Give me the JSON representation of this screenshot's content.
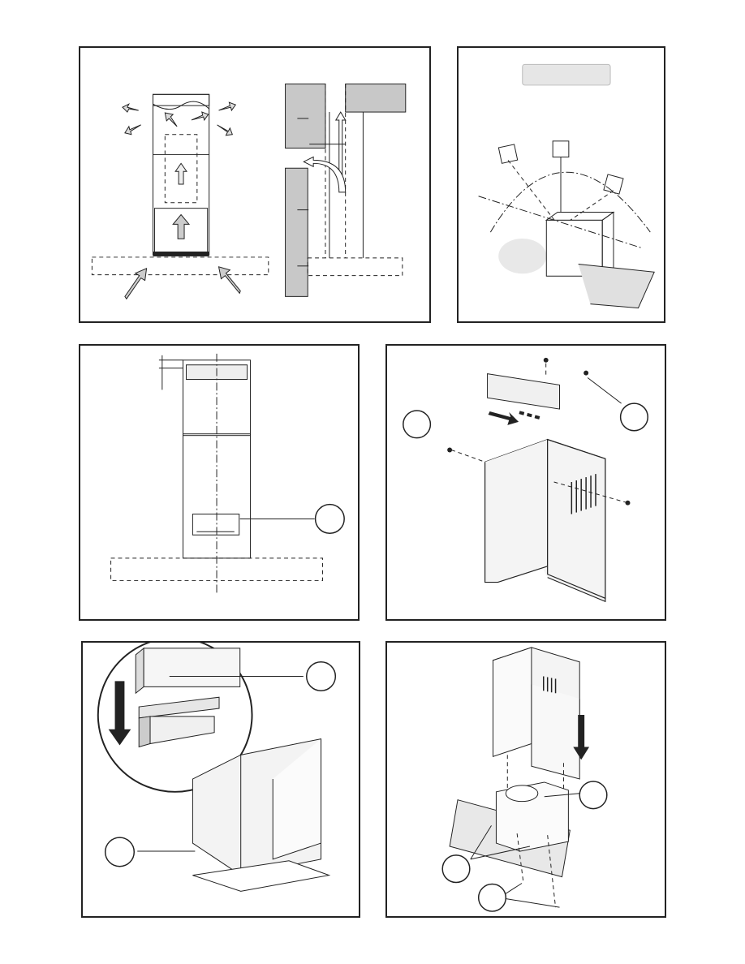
{
  "panels": [
    {
      "name": "airflow-panel"
    },
    {
      "name": "power-socket-panel",
      "label_text": ""
    },
    {
      "name": "bracket-position-panel"
    },
    {
      "name": "chimney-bracket-panel"
    },
    {
      "name": "chimney-frame-panel"
    },
    {
      "name": "chimney-install-panel"
    }
  ]
}
